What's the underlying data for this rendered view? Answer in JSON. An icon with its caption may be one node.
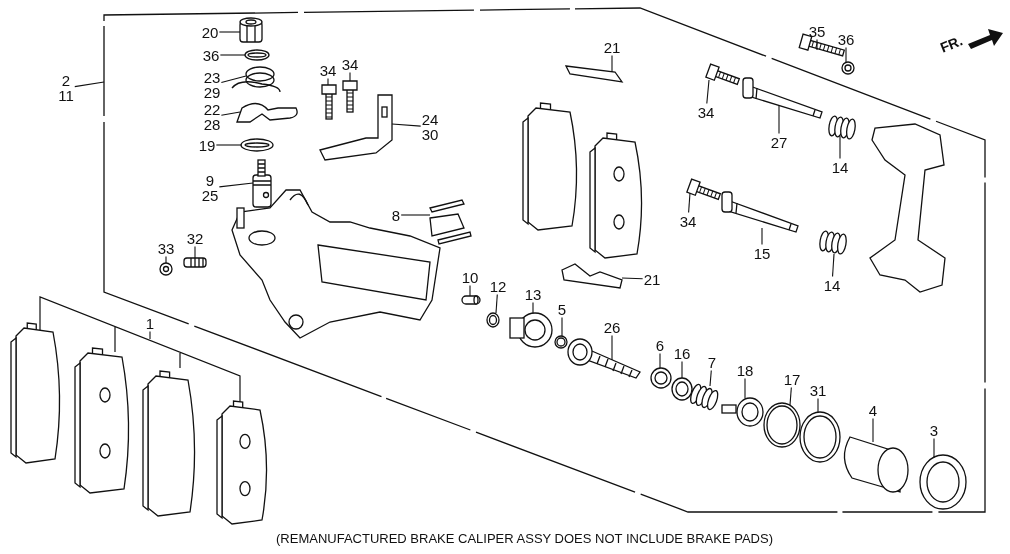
{
  "diagram": {
    "caption": "(REMANUFACTURED BRAKE CALIPER ASSY DOES NOT INCLUDE BRAKE PADS)",
    "nodes": [
      {
        "text": [
          "2",
          "11"
        ]
      },
      {
        "text": [
          "20"
        ]
      },
      {
        "text": [
          "36"
        ]
      },
      {
        "text": [
          "23",
          "29"
        ]
      },
      {
        "text": [
          "22",
          "28"
        ]
      },
      {
        "text": [
          "19"
        ]
      },
      {
        "text": [
          "9",
          "25"
        ]
      },
      {
        "text": [
          "34"
        ]
      },
      {
        "text": [
          "34"
        ]
      },
      {
        "text": [
          "24",
          "30"
        ]
      },
      {
        "text": [
          "8"
        ]
      },
      {
        "text": [
          "33"
        ]
      },
      {
        "text": [
          "32"
        ]
      },
      {
        "text": [
          "21"
        ]
      },
      {
        "text": [
          "34"
        ]
      },
      {
        "text": [
          "27"
        ]
      },
      {
        "text": [
          "35"
        ]
      },
      {
        "text": [
          "36"
        ]
      },
      {
        "text": [
          "14"
        ]
      },
      {
        "text": [
          "34"
        ]
      },
      {
        "text": [
          "15"
        ]
      },
      {
        "text": [
          "21"
        ]
      },
      {
        "text": [
          "14"
        ]
      },
      {
        "text": [
          "10"
        ]
      },
      {
        "text": [
          "12"
        ]
      },
      {
        "text": [
          "13"
        ]
      },
      {
        "text": [
          "5"
        ]
      },
      {
        "text": [
          "26"
        ]
      },
      {
        "text": [
          "6"
        ]
      },
      {
        "text": [
          "16"
        ]
      },
      {
        "text": [
          "7"
        ]
      },
      {
        "text": [
          "18"
        ]
      },
      {
        "text": [
          "17"
        ]
      },
      {
        "text": [
          "31"
        ]
      },
      {
        "text": [
          "4"
        ]
      },
      {
        "text": [
          "3"
        ]
      },
      {
        "text": [
          "1"
        ]
      },
      {
        "text": [],
        "shape": "picture"
      },
      {
        "text": [],
        "shape": "picture"
      },
      {
        "text": [],
        "shape": "picture"
      },
      {
        "text": [],
        "shape": "picture"
      },
      {
        "text": [],
        "shape": "picture"
      },
      {
        "text": [],
        "shape": "picture"
      },
      {
        "text": [],
        "shape": "picture"
      },
      {
        "text": [],
        "shape": "picture"
      },
      {
        "text": [],
        "shape": "picture"
      },
      {
        "text": [],
        "shape": "picture"
      },
      {
        "text": [],
        "shape": "picture"
      },
      {
        "text": [],
        "shape": "picture"
      },
      {
        "text": [],
        "shape": "picture"
      },
      {
        "text": [],
        "shape": "picture"
      },
      {
        "text": [],
        "shape": "picture"
      },
      {
        "text": [],
        "shape": "picture"
      },
      {
        "text": [],
        "shape": "picture"
      },
      {
        "text": [],
        "shape": "picture"
      },
      {
        "text": [],
        "shape": "picture"
      },
      {
        "text": [],
        "shape": "picture"
      },
      {
        "text": [],
        "shape": "picture"
      },
      {
        "text": [],
        "shape": "picture"
      },
      {
        "text": [],
        "shape": "picture"
      },
      {
        "text": [],
        "shape": "picture"
      },
      {
        "text": [],
        "shape": "picture"
      },
      {
        "text": [],
        "shape": "picture"
      },
      {
        "text": [],
        "shape": "picture"
      },
      {
        "text": [],
        "shape": "picture"
      },
      {
        "text": [],
        "shape": "picture"
      },
      {
        "text": [],
        "shape": "picture"
      },
      {
        "text": [],
        "shape": "picture"
      },
      {
        "text": [],
        "shape": "picture"
      },
      {
        "text": [],
        "shape": "picture"
      },
      {
        "text": [],
        "shape": "picture"
      },
      {
        "text": [],
        "shape": "picture"
      }
    ],
    "edges": [
      {
        "from": 0,
        "to": null,
        "arrow": "none"
      },
      {
        "from": 1,
        "to": 37,
        "arrow": "none"
      },
      {
        "from": 2,
        "to": 38,
        "arrow": "none"
      },
      {
        "from": 3,
        "to": 39,
        "arrow": "none"
      },
      {
        "from": 4,
        "to": 40,
        "arrow": "none"
      },
      {
        "from": 5,
        "to": 41,
        "arrow": "none"
      },
      {
        "from": 6,
        "to": 42,
        "arrow": "none"
      },
      {
        "from": 7,
        "to": 43,
        "arrow": "none"
      },
      {
        "from": 8,
        "to": 44,
        "arrow": "none"
      },
      {
        "from": 9,
        "to": 45,
        "arrow": "none"
      },
      {
        "from": 10,
        "to": 46,
        "arrow": "none"
      },
      {
        "from": 11,
        "to": 47,
        "arrow": "none"
      },
      {
        "from": 12,
        "to": 48,
        "arrow": "none"
      },
      {
        "from": 13,
        "to": 49,
        "arrow": "none"
      },
      {
        "from": 14,
        "to": 50,
        "arrow": "none"
      },
      {
        "from": 15,
        "to": 51,
        "arrow": "none"
      },
      {
        "from": 16,
        "to": 52,
        "arrow": "none"
      },
      {
        "from": 17,
        "to": 53,
        "arrow": "none"
      },
      {
        "from": 18,
        "to": 54,
        "arrow": "none"
      },
      {
        "from": 19,
        "to": 55,
        "arrow": "none"
      },
      {
        "from": 20,
        "to": 56,
        "arrow": "none"
      },
      {
        "from": 21,
        "to": 57,
        "arrow": "none"
      },
      {
        "from": 22,
        "to": 58,
        "arrow": "none"
      },
      {
        "from": 23,
        "to": 59,
        "arrow": "none"
      },
      {
        "from": 24,
        "to": 60,
        "arrow": "none"
      },
      {
        "from": 25,
        "to": 61,
        "arrow": "none"
      },
      {
        "from": 26,
        "to": 62,
        "arrow": "none"
      },
      {
        "from": 27,
        "to": 63,
        "arrow": "none"
      },
      {
        "from": 28,
        "to": 64,
        "arrow": "none"
      },
      {
        "from": 29,
        "to": 65,
        "arrow": "none"
      },
      {
        "from": 30,
        "to": 66,
        "arrow": "none"
      },
      {
        "from": 31,
        "to": 67,
        "arrow": "none"
      },
      {
        "from": 32,
        "to": 68,
        "arrow": "none"
      },
      {
        "from": 33,
        "to": 69,
        "arrow": "none"
      },
      {
        "from": 34,
        "to": 70,
        "arrow": "none"
      },
      {
        "from": 35,
        "to": 71,
        "arrow": "none"
      },
      {
        "from": 36,
        "to": null,
        "arrow": "none"
      }
    ],
    "labels": [
      "FR."
    ]
  }
}
